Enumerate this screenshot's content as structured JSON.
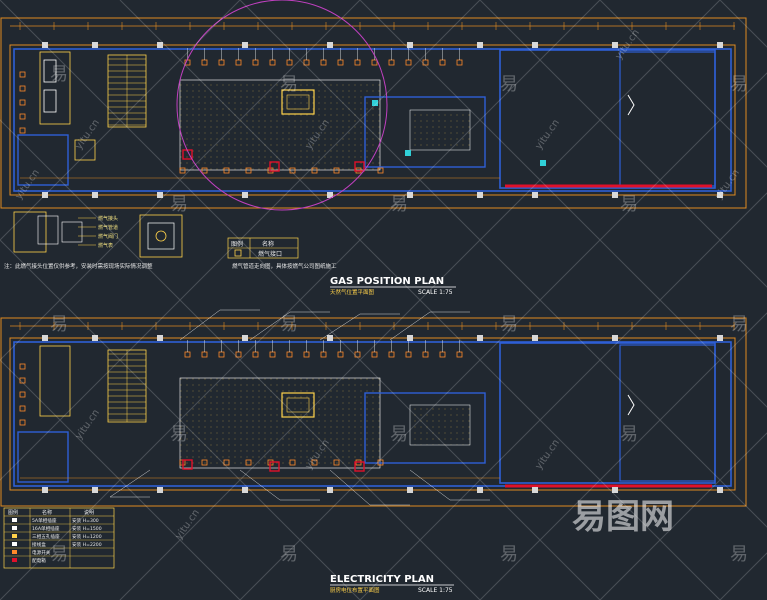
{
  "colors": {
    "background": "#212830",
    "wall": "#2e5fd6",
    "accent_yellow": "#ffd24a",
    "accent_orange": "#ff8a2a",
    "accent_magenta": "#c040c0",
    "accent_red": "#e0102a",
    "accent_cyan": "#30d0d8"
  },
  "gas_plan": {
    "title": "GAS POSITION PLAN",
    "scale": "SCALE 1:75",
    "subtitle": "天然气位置平面图",
    "note_left": "注：此燃气接头位置仅供参考，安装时需按现场实际情况调整",
    "note_right": "燃气管道走向图，具体按燃气公司图纸施工",
    "legend": [
      {
        "symbol": "图例",
        "desc": "名称"
      },
      {
        "symbol": "",
        "desc": "燃气接口"
      }
    ],
    "detail_labels": [
      "燃气接头",
      "燃气管道",
      "燃气阀门",
      "燃气表"
    ]
  },
  "electricity_plan": {
    "title": "ELECTRICITY PLAN",
    "scale": "SCALE 1:75",
    "subtitle": "厨房电位布置平面图",
    "legend_headers": [
      "图例",
      "名称",
      "说明"
    ],
    "legend_rows": [
      {
        "symbol": "",
        "name": "5A单相插座",
        "desc": "安装 H=300"
      },
      {
        "symbol": "",
        "name": "16A单相插座",
        "desc": "安装 H=1500"
      },
      {
        "symbol": "",
        "name": "三相五孔插座",
        "desc": "安装 H=1200"
      },
      {
        "symbol": "",
        "name": "接线盒",
        "desc": "安装 H=2200"
      },
      {
        "symbol": "",
        "name": "电源开关",
        "desc": ""
      },
      {
        "symbol": "",
        "name": "配电箱",
        "desc": ""
      }
    ]
  },
  "watermark": {
    "small": "易",
    "url": "yitu.cn",
    "brand": "易图网"
  }
}
